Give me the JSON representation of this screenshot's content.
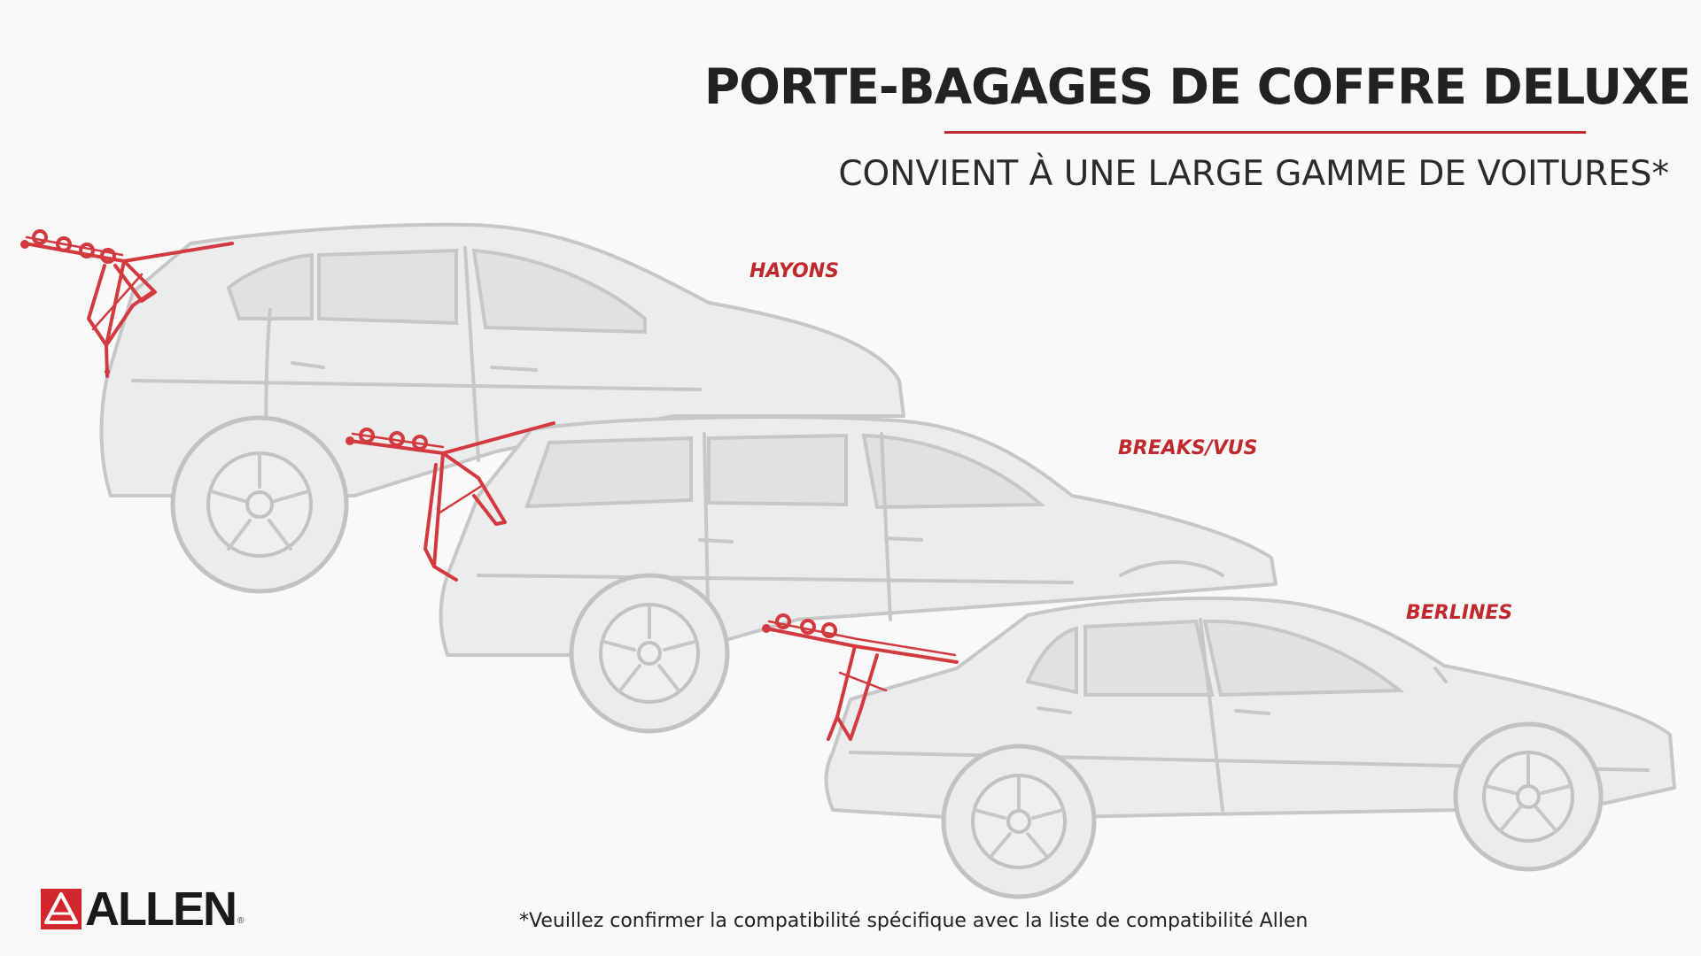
{
  "header": {
    "title": "PORTE-BAGAGES DE COFFRE DELUXE",
    "subtitle": "CONVIENT À UNE LARGE GAMME DE VOITURES*"
  },
  "vehicles": [
    {
      "label": "HAYONS",
      "icon": "hatchback-car-with-bike-rack"
    },
    {
      "label": "BREAKS/VUS",
      "icon": "station-wagon-car-with-bike-rack"
    },
    {
      "label": "BERLINES",
      "icon": "sedan-car-with-bike-rack"
    }
  ],
  "footnote": "*Veuillez confirmer la compatibilité spécifique avec la liste de compatibilité Allen",
  "brand": {
    "name": "ALLEN",
    "registered_mark": "®"
  },
  "colors": {
    "accent": "#c0282d",
    "background": "#f9f9f9",
    "car_fill": "#ececec",
    "car_outline": "#c7c7c7",
    "text": "#222222"
  }
}
